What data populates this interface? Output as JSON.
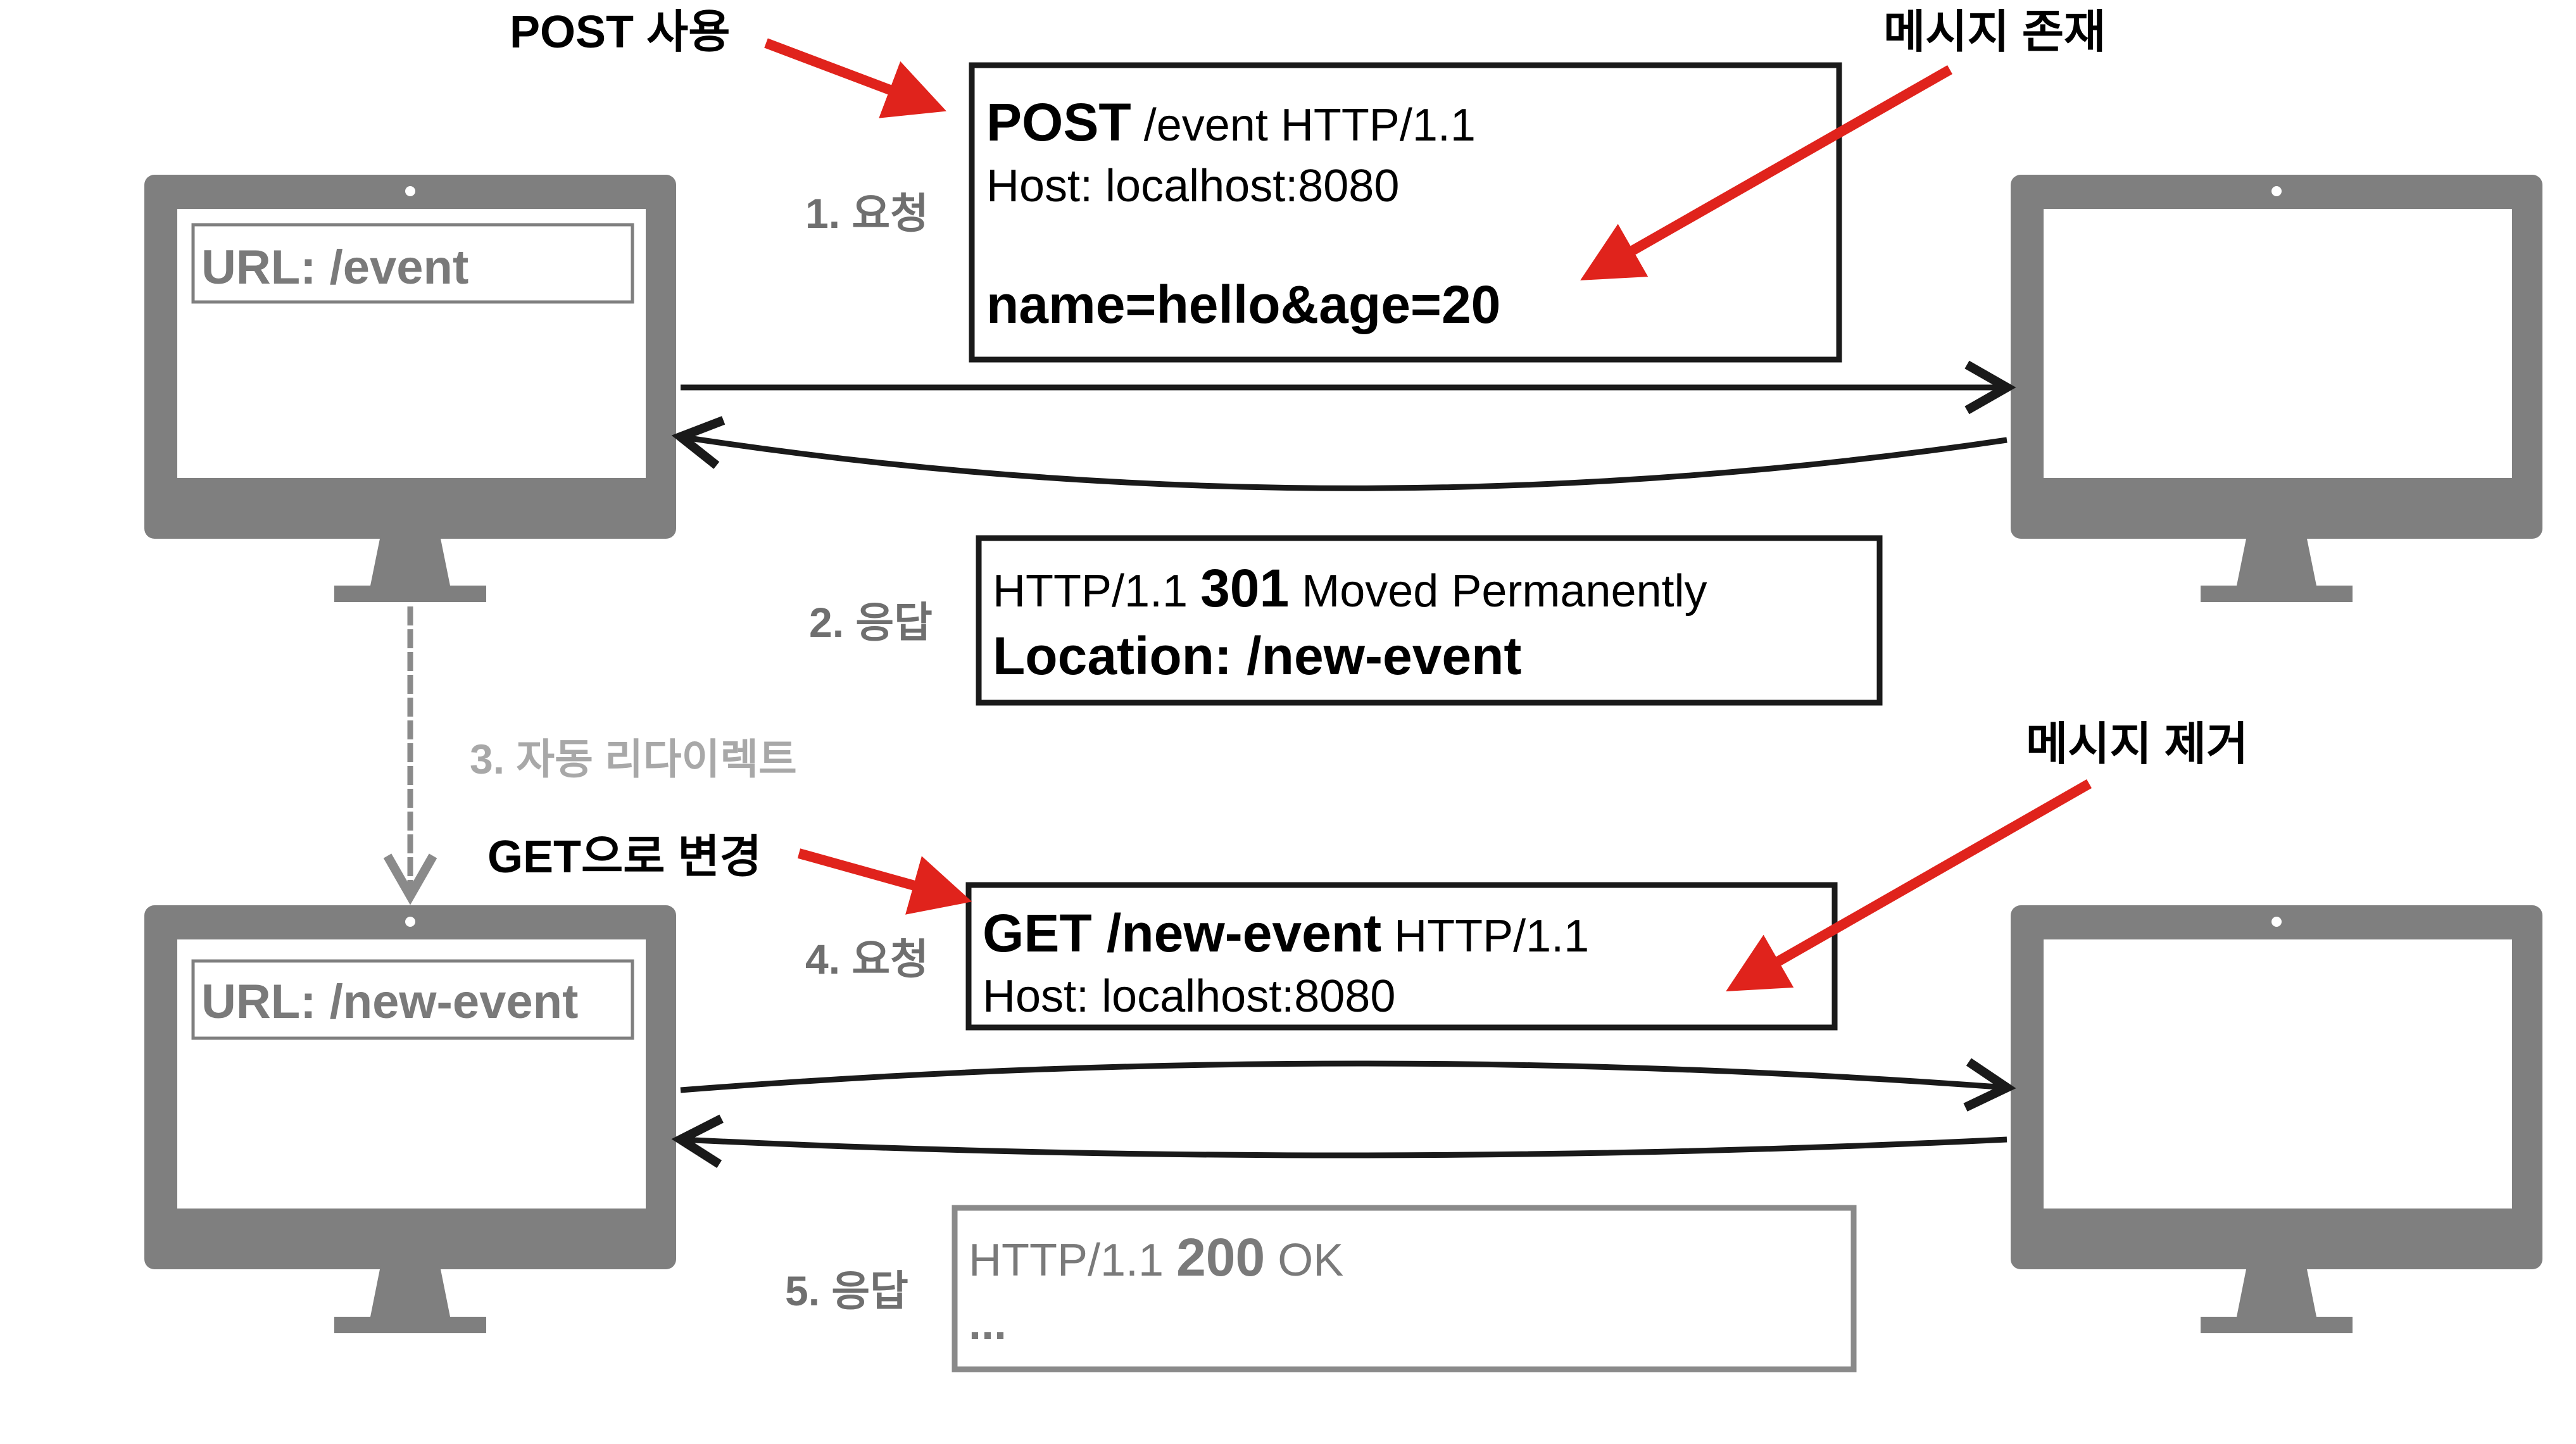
{
  "client_top": {
    "url": "URL: /event"
  },
  "client_bottom": {
    "url": "URL: /new-event"
  },
  "steps": {
    "s1": "1. 요청",
    "s2": "2. 응답",
    "s3": "3. 자동 리다이렉트",
    "s4": "4. 요청",
    "s5": "5. 응답"
  },
  "notes": {
    "post_use": "POST 사용",
    "message_exists": "메시지 존재",
    "get_change": "GET으로 변경",
    "message_removed": "메시지 제거"
  },
  "request1": {
    "method": "POST",
    "line_rest": " /event HTTP/1.1",
    "host": "Host: localhost:8080",
    "body": "name=hello&age=20"
  },
  "response2": {
    "proto": "HTTP/1.1 ",
    "code": "301",
    "reason": " Moved Permanently",
    "location": "Location: /new-event"
  },
  "request4": {
    "line_bold": "GET /new-event",
    "proto": " HTTP/1.1",
    "host": "Host: localhost:8080"
  },
  "response5": {
    "proto": "HTTP/1.1 ",
    "code": "200",
    "reason": " OK",
    "ellipsis": "..."
  },
  "colors": {
    "monitor": "#7f7f7f",
    "arrow_red": "#e0231c",
    "box_border": "#1a1a1a",
    "box_border_gray": "#8a8a8a"
  }
}
